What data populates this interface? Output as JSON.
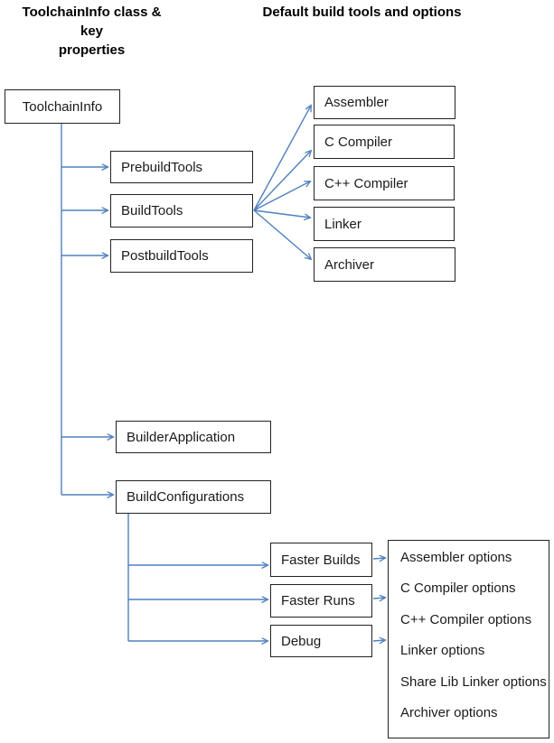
{
  "headers": {
    "left_line1": "ToolchainInfo class & key",
    "left_line2": "properties",
    "right": "Default build tools and options"
  },
  "nodes": {
    "toolchain_info": "ToolchainInfo",
    "prebuild_tools": "PrebuildTools",
    "build_tools": "BuildTools",
    "postbuild_tools": "PostbuildTools",
    "builder_application": "BuilderApplication",
    "build_configurations": "BuildConfigurations",
    "faster_builds": "Faster Builds",
    "faster_runs": "Faster Runs",
    "debug": "Debug",
    "assembler": "Assembler",
    "c_compiler": "C Compiler",
    "cpp_compiler": "C++ Compiler",
    "linker": "Linker",
    "archiver": "Archiver"
  },
  "options_panel": {
    "items": [
      "Assembler options",
      "C Compiler options",
      "C++ Compiler options",
      "Linker options",
      "Share Lib Linker options",
      "Archiver options"
    ]
  },
  "colors": {
    "connector": "#4f81bd",
    "box_border": "#222222",
    "text": "#1a1a1a"
  }
}
